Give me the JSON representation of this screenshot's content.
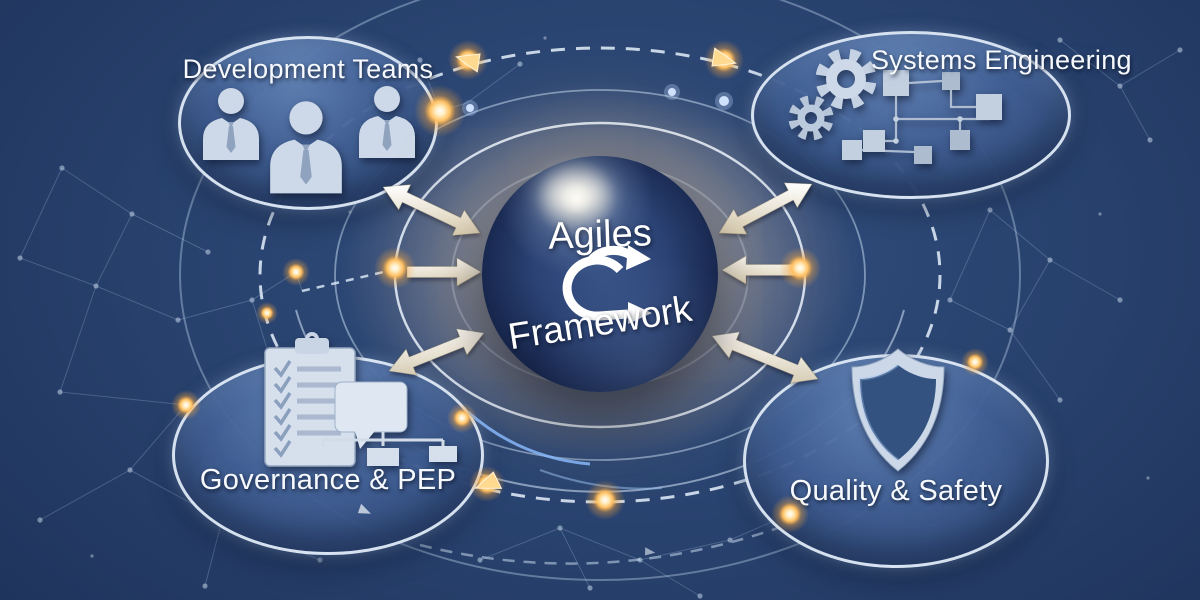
{
  "diagram": {
    "center": {
      "title_line1": "Agiles",
      "title_line2": "Framework",
      "icon": "scrum-cycle-icon"
    },
    "nodes": [
      {
        "id": "development-teams",
        "label": "Development Teams",
        "icon": "team-icon"
      },
      {
        "id": "systems-engineering",
        "label": "Systems Engineering",
        "icon": "gears-block-diagram-icon"
      },
      {
        "id": "governance-pep",
        "label": "Governance & PEP",
        "icon": "checklist-org-chart-icon"
      },
      {
        "id": "quality-safety",
        "label": "Quality & Safety",
        "icon": "shield-icon"
      }
    ],
    "colors": {
      "background": "#1d3158",
      "node_fill": "#3b5885",
      "ring": "#dce9f8",
      "accent_gold": "#ffc76b",
      "text": "#ffffff",
      "sphere": "#16274d"
    }
  }
}
